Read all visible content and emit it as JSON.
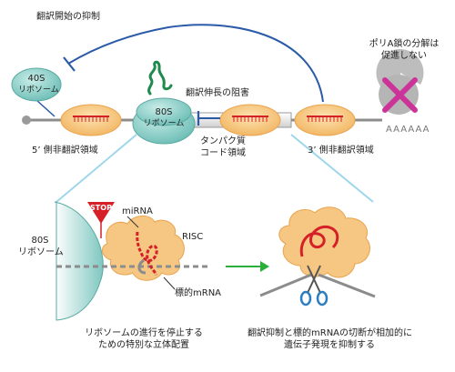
{
  "labels": {
    "translation_init_inhibition": "翻訳開始の抑制",
    "ribosome_40s_line1": "40S",
    "ribosome_40s_line2": "リボソーム",
    "ribosome_80s_line1": "80S",
    "ribosome_80s_line2": "リボソーム",
    "elongation_inhibition": "翻訳伸長の阻害",
    "polya_line1": "ポリA鎖の分解は",
    "polya_line2": "促進しない",
    "polya_tail": "AAAAAA",
    "utr5": "5’ 側非翻訳領域",
    "cds_line1": "タンパク質",
    "cds_line2": "コード領域",
    "utr3": "3’ 側非翻訳領域",
    "bottom_80s_line1": "80S",
    "bottom_80s_line2": "リボソーム",
    "stop_sign": "STOP",
    "mirna": "miRNA",
    "risc": "RISC",
    "target_mrna": "標的mRNA",
    "caption_left_line1": "リボソームの進行を停止する",
    "caption_left_line2": "ための特別な立体配置",
    "caption_right_line1": "翻訳抑制と標的mRNAの切断が相加的に",
    "caption_right_line2": "遺伝子発現を抑制する"
  },
  "colors": {
    "ribosome_teal": "#7fc7c0",
    "risc_orange": "#f5c783",
    "arc_blue": "#2b5aa8",
    "mirna_red": "#d62027",
    "mrna_gray": "#8c8c8c",
    "arrow_green": "#2bae3a",
    "light_blue_line": "#9fd6ea",
    "stop_red": "#d62027",
    "polya_pink": "#cc3399"
  },
  "icons": {
    "peptide": "squiggle-peptide-icon",
    "polya_blocked": "prohibited-x-icon",
    "cleavage": "scissors-icon",
    "green_arrow": "arrow-right-icon"
  }
}
